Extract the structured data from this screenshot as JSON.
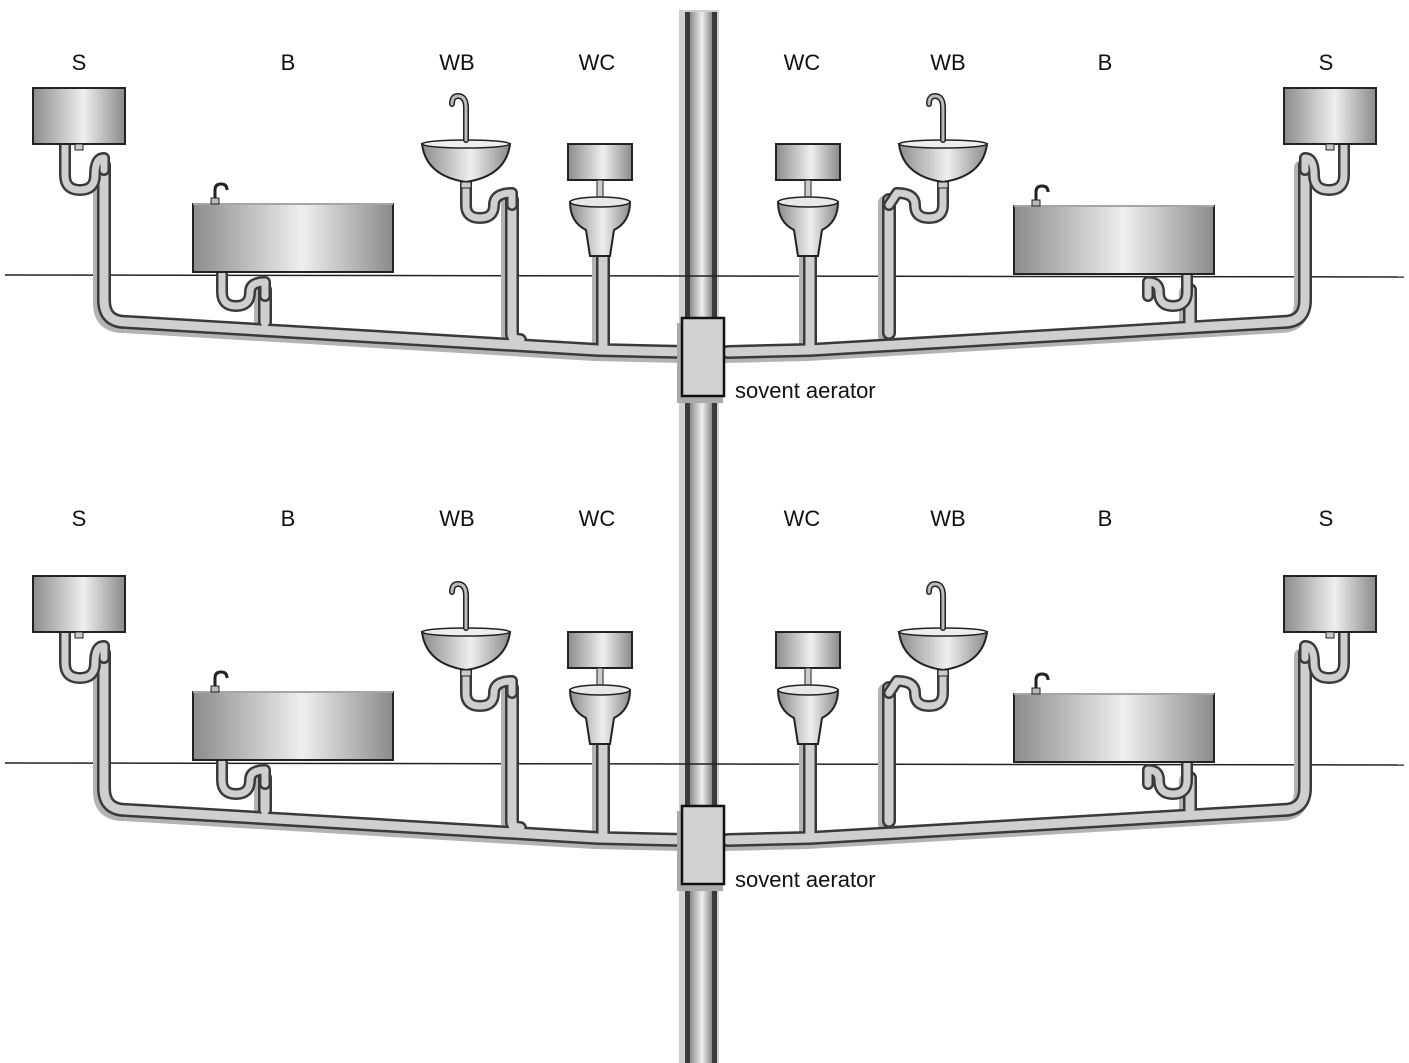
{
  "floors": [
    {
      "fixture_labels": [
        "S",
        "B",
        "WB",
        "WC",
        "WC",
        "WB",
        "B",
        "S"
      ],
      "aerator_label": "sovent aerator"
    },
    {
      "fixture_labels": [
        "S",
        "B",
        "WB",
        "WC",
        "WC",
        "WB",
        "B",
        "S"
      ],
      "aerator_label": "sovent aerator"
    }
  ],
  "colors": {
    "pipe_outline": "#3a3a3a",
    "pipe_fill": "#c9c9c9",
    "shadow": "#a8a8a8",
    "aerator_fill": "#d2d2d2",
    "floor_line": "#222222"
  },
  "icons": {
    "sink": "sink-icon",
    "bath": "bath-icon",
    "washbasin": "washbasin-icon",
    "wc": "wc-icon"
  }
}
